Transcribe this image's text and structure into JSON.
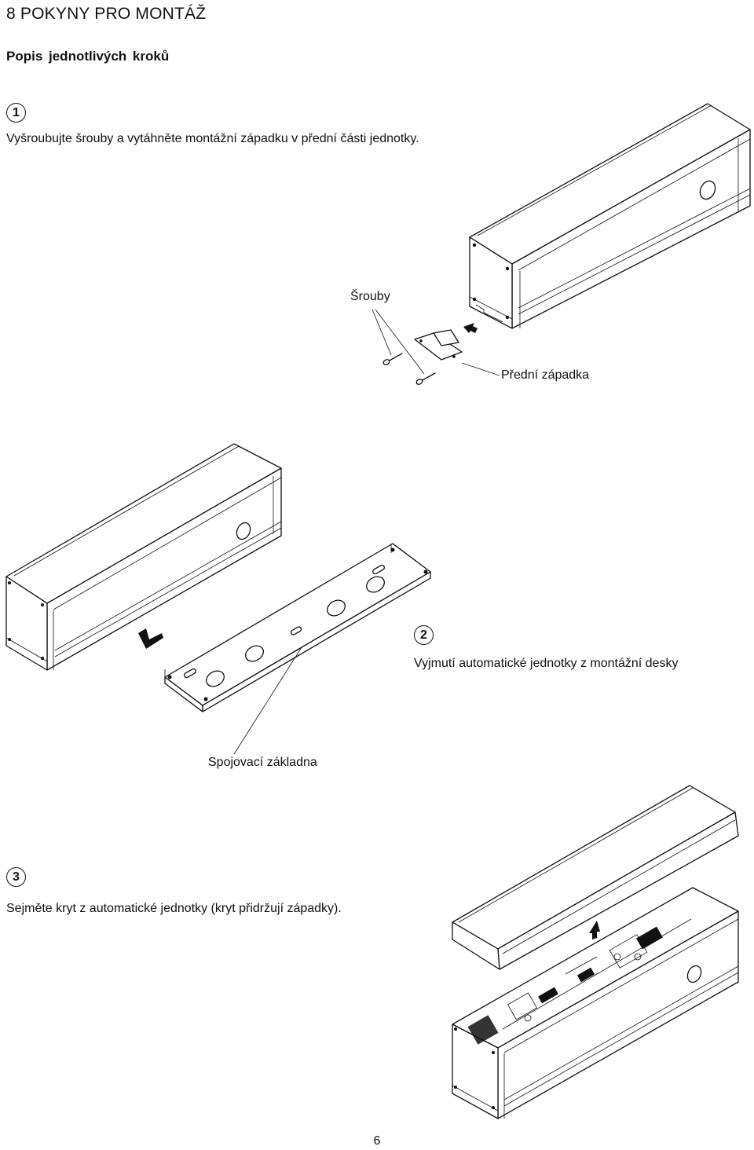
{
  "header": {
    "title": "8 POKYNY PRO MONTÁŽ",
    "subtitle": "Popis jednotlivých kroků"
  },
  "steps": [
    {
      "number": "1",
      "text": "Vyšroubujte šrouby a vytáhněte montážní západku v přední části jednotky."
    },
    {
      "number": "2",
      "text": "Vyjmutí automatické jednotky z montážní desky"
    },
    {
      "number": "3",
      "text": "Sejměte kryt z automatické jednotky (kryt přidržují západky)."
    }
  ],
  "labels": {
    "screws": "Šrouby",
    "front_latch": "Přední západka",
    "base": "Spojovací základna"
  },
  "footer": {
    "page_number": "6"
  }
}
